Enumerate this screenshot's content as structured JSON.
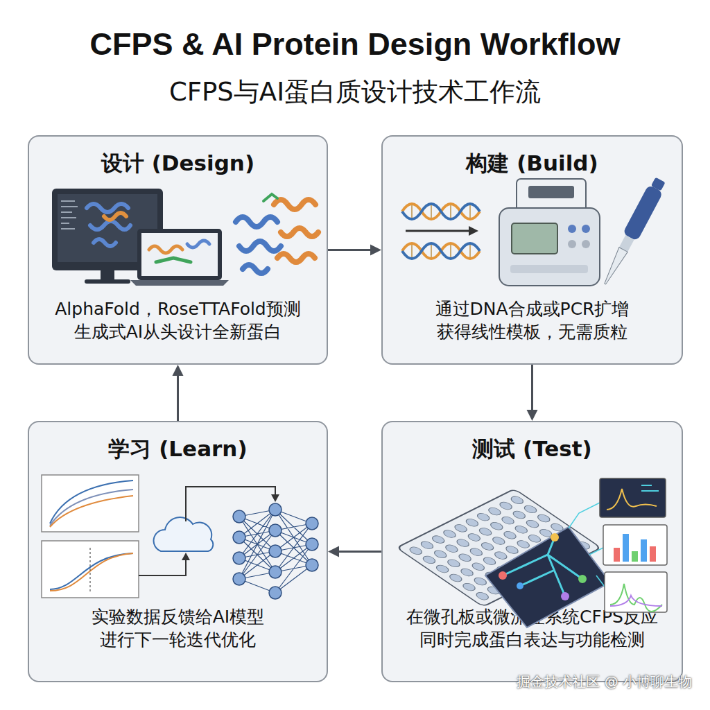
{
  "diagram": {
    "title": "CFPS & AI Protein Design Workflow",
    "nodes": [
      {
        "text": [
          "设计 (Design)",
          "AlphaFold，RoseTTAFold预测 生成式AI从头设计全新蛋白"
        ]
      },
      {
        "text": [
          "构建 (Build)",
          "通过DNA合成或PCR扩增 获得线性模板，无需质粒"
        ]
      },
      {
        "text": [
          "学习 (Learn)",
          "实验数据反馈给AI模型 进行下一轮迭代优化"
        ]
      },
      {
        "text": [
          "测试 (Test)",
          "在微孔板或微流控系统CFPS反应 同时完成蛋白表达与功能检测"
        ]
      }
    ],
    "edges": [
      {
        "from": 0,
        "to": 1,
        "arrow": "to"
      },
      {
        "from": 1,
        "to": 3,
        "arrow": "to"
      },
      {
        "from": 3,
        "to": 2,
        "arrow": "to"
      },
      {
        "from": 2,
        "to": 0,
        "arrow": "to"
      }
    ],
    "labels": [
      "CFPS与AI蛋白质设计技术工作流",
      "掘金技术社区 @ 小博聊生物"
    ]
  }
}
